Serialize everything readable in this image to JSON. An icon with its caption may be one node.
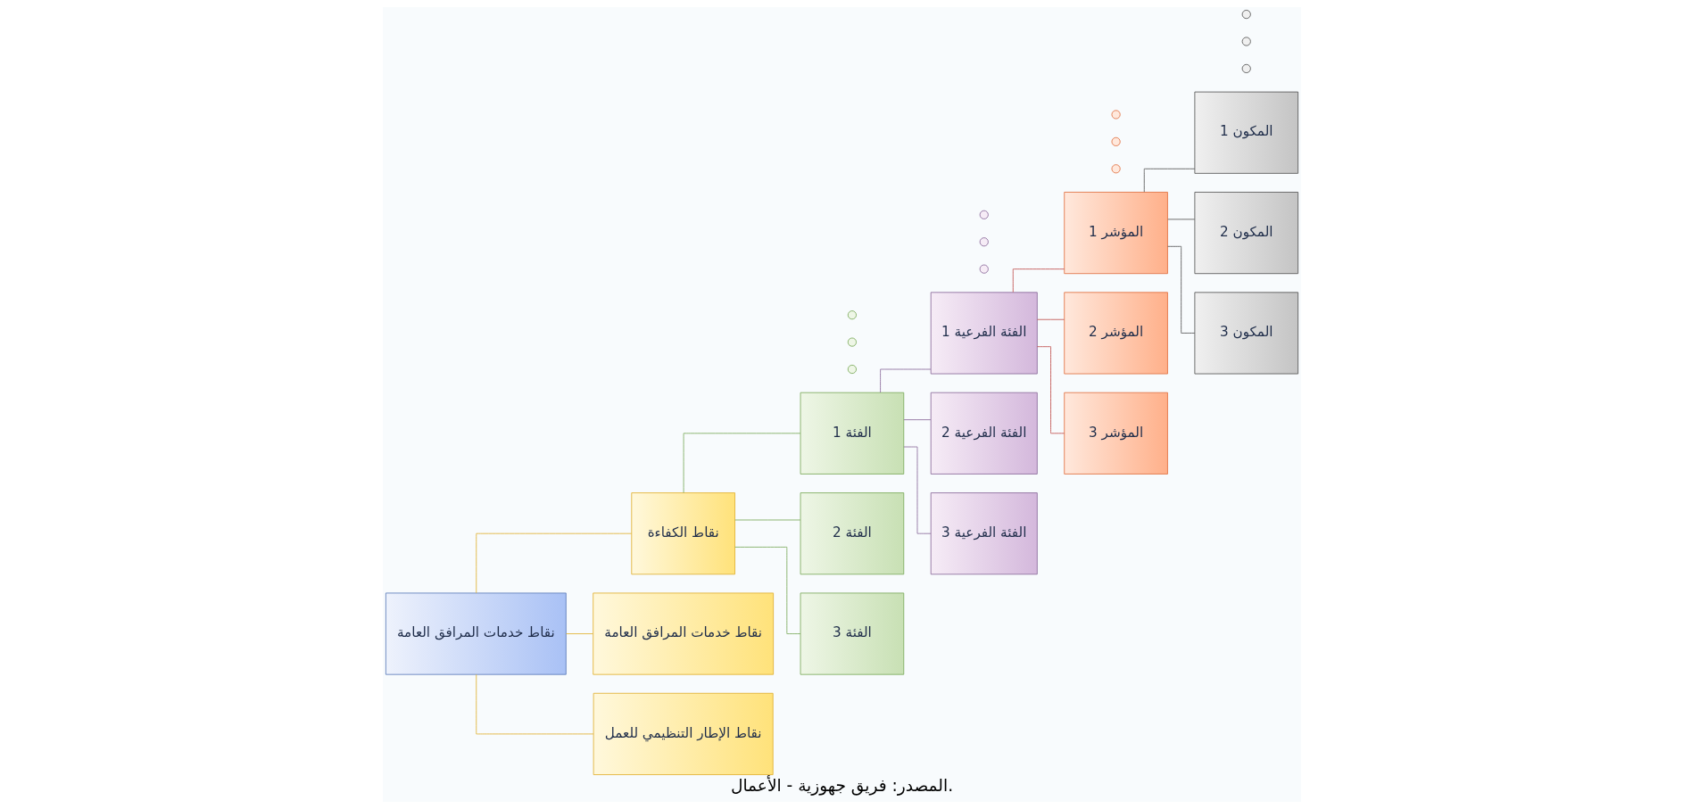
{
  "diagram": {
    "caption": "المصدر: فريق جهوزية - الأعمال.",
    "nodes": [
      {
        "text": [
          "نقاط خدمات المرافق العامة"
        ]
      },
      {
        "text": [
          "نقاط الكفاءة"
        ]
      },
      {
        "text": [
          "نقاط خدمات المرافق العامة"
        ]
      },
      {
        "text": [
          "نقاط الإطار التنظيمي للعمل"
        ]
      },
      {
        "text": [
          "الفئة 1"
        ]
      },
      {
        "text": [
          "الفئة 2"
        ]
      },
      {
        "text": [
          "الفئة 3"
        ]
      },
      {
        "text": [
          "الفئة الفرعية 1"
        ]
      },
      {
        "text": [
          "الفئة الفرعية 2"
        ]
      },
      {
        "text": [
          "الفئة الفرعية 3"
        ]
      },
      {
        "text": [
          "المؤشر 1"
        ]
      },
      {
        "text": [
          "المؤشر 2"
        ]
      },
      {
        "text": [
          "المؤشر 3"
        ]
      },
      {
        "text": [
          "المكون 1"
        ]
      },
      {
        "text": [
          "المكون 2"
        ]
      },
      {
        "text": [
          "المكون 3"
        ]
      },
      {
        "text": [],
        "shape": "circle"
      },
      {
        "text": [],
        "shape": "circle"
      },
      {
        "text": [],
        "shape": "circle"
      },
      {
        "text": [],
        "shape": "circle"
      },
      {
        "text": [],
        "shape": "circle"
      },
      {
        "text": [],
        "shape": "circle"
      },
      {
        "text": [],
        "shape": "circle"
      },
      {
        "text": [],
        "shape": "circle"
      },
      {
        "text": [],
        "shape": "circle"
      },
      {
        "text": [],
        "shape": "circle"
      },
      {
        "text": [],
        "shape": "circle"
      },
      {
        "text": [],
        "shape": "circle"
      }
    ],
    "edges": [
      {
        "from": 0,
        "to": 1,
        "arrow": "none",
        "color": "#e0b030"
      },
      {
        "from": 0,
        "to": 2,
        "arrow": "none",
        "color": "#e0b030"
      },
      {
        "from": 0,
        "to": 3,
        "arrow": "none",
        "color": "#e0b030"
      },
      {
        "from": 1,
        "to": 4,
        "arrow": "none",
        "color": "#7aaa5a"
      },
      {
        "from": 1,
        "to": 5,
        "arrow": "none",
        "color": "#7aaa5a"
      },
      {
        "from": 1,
        "to": 6,
        "arrow": "none",
        "color": "#7aaa5a"
      },
      {
        "from": 4,
        "to": 7,
        "arrow": "none",
        "color": "#8a6a9a"
      },
      {
        "from": 4,
        "to": 8,
        "arrow": "none",
        "color": "#8a6a9a"
      },
      {
        "from": 4,
        "to": 9,
        "arrow": "none",
        "color": "#8a6a9a"
      },
      {
        "from": 7,
        "to": 10,
        "arrow": "none",
        "color": "#c0504d"
      },
      {
        "from": 7,
        "to": 11,
        "arrow": "none",
        "color": "#c0504d"
      },
      {
        "from": 7,
        "to": 12,
        "arrow": "none",
        "color": "#c0504d"
      },
      {
        "from": 10,
        "to": 13,
        "arrow": "none",
        "color": "#555555"
      },
      {
        "from": 10,
        "to": 14,
        "arrow": "none",
        "color": "#555555"
      },
      {
        "from": 10,
        "to": 15,
        "arrow": "none",
        "color": "#555555"
      }
    ]
  }
}
